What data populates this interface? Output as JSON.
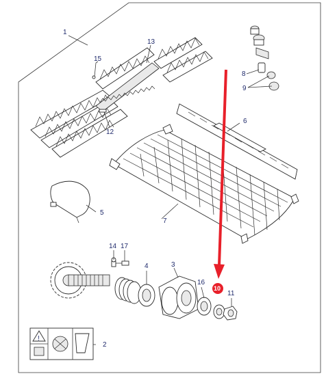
{
  "labels": {
    "p1": "1",
    "p2": "2",
    "p3": "3",
    "p4": "4",
    "p5": "5",
    "p6": "6",
    "p7": "7",
    "p8": "8",
    "p9": "9",
    "p10": "10",
    "p11": "11",
    "p12": "12",
    "p13": "13",
    "p14": "14",
    "p15": "15",
    "p16": "16",
    "p17": "17"
  },
  "colors": {
    "label": "#1f2a6b",
    "arrow": "#e8202a",
    "outline": "#2a2a2a"
  },
  "highlight": {
    "part": "10",
    "icon": "red-arrow-icon"
  }
}
